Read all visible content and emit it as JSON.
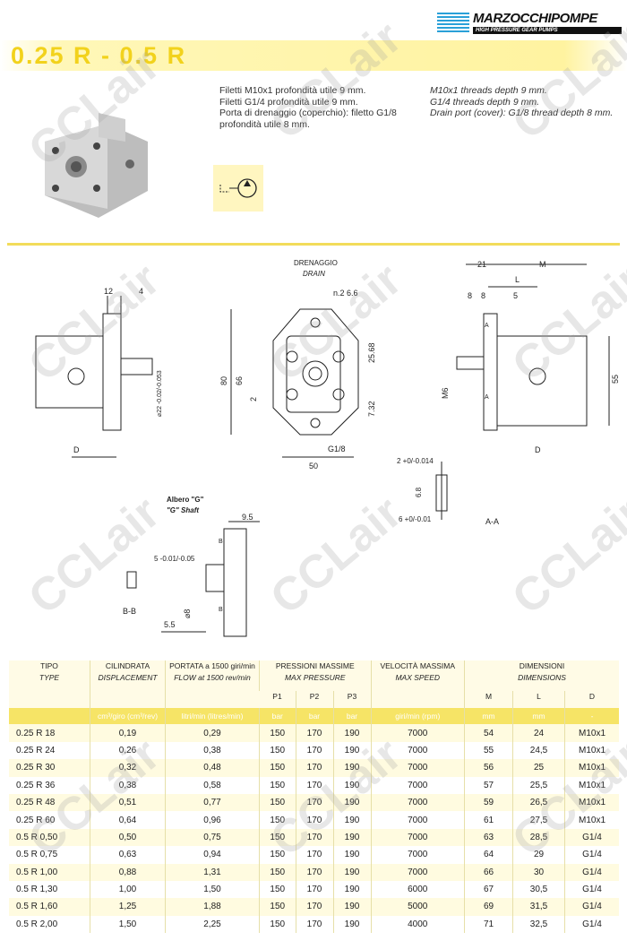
{
  "brand": {
    "name": "MARZOCCHIPOMPE",
    "tagline": "HIGH PRESSURE GEAR PUMPS"
  },
  "title": "0.25 R - 0.5 R",
  "description_it": [
    "Filetti M10x1 profondità utile 9 mm.",
    "Filetti G1/4 profondità utile 9 mm.",
    "Porta di drenaggio (coperchio): filetto G1/8 profondità utile 8 mm."
  ],
  "description_en": [
    "M10x1 threads depth 9 mm.",
    "G1/4 threads depth 9 mm.",
    "Drain port (cover): G1/8 thread depth 8 mm."
  ],
  "watermark": "CCLair",
  "drawing": {
    "side_left": {
      "d12": "12",
      "d4": "4",
      "D": "D",
      "shaft": "⌀22 -0.02/-0.053"
    },
    "front": {
      "drain_it": "DRENAGGIO",
      "drain_en": "DRAIN",
      "n2": "n.2 6.6",
      "h80": "80",
      "h66": "66",
      "h2": "2",
      "v2568": "25.68",
      "v732": "7.32",
      "g18": "G1/8",
      "w50": "50"
    },
    "side_right": {
      "d21": "21",
      "M": "M",
      "L": "L",
      "d8a": "8",
      "d8b": "8",
      "d5": "5",
      "A": "A",
      "M6": "M6",
      "d55": "55",
      "D": "D"
    },
    "key": {
      "d2": "2 +0/-0.014",
      "d68": "6.8",
      "d6": "6 +0/-0.01",
      "section": "A-A"
    },
    "shaft_g": {
      "title_it": "Albero \"G\"",
      "title_en": "\"G\" Shaft",
      "d95": "9.5",
      "d5": "5 -0.01/-0.05",
      "B": "B",
      "d8": "⌀8",
      "d55": "5.5",
      "section": "B-B"
    }
  },
  "table": {
    "headers": [
      {
        "it": "TIPO",
        "en": "TYPE"
      },
      {
        "it": "CILINDRATA",
        "en": "DISPLACEMENT"
      },
      {
        "it": "PORTATA a 1500 giri/min",
        "en": "FLOW at 1500 rev/min"
      },
      {
        "it": "PRESSIONI MASSIME",
        "en": "MAX PRESSURE"
      },
      {
        "it": "VELOCITÀ MASSIMA",
        "en": "MAX SPEED"
      },
      {
        "it": "DIMENSIONI",
        "en": "DIMENSIONS"
      }
    ],
    "subheaders": [
      "P1",
      "P2",
      "P3",
      "M",
      "L",
      "D"
    ],
    "units": [
      "",
      "cm³/giro (cm³/rev)",
      "litri/min (litres/min)",
      "bar",
      "bar",
      "bar",
      "giri/min (rpm)",
      "mm",
      "mm",
      "-"
    ],
    "rows": [
      [
        "0.25 R 18",
        "0,19",
        "0,29",
        "150",
        "170",
        "190",
        "7000",
        "54",
        "24",
        "M10x1"
      ],
      [
        "0.25 R 24",
        "0,26",
        "0,38",
        "150",
        "170",
        "190",
        "7000",
        "55",
        "24,5",
        "M10x1"
      ],
      [
        "0.25 R 30",
        "0,32",
        "0,48",
        "150",
        "170",
        "190",
        "7000",
        "56",
        "25",
        "M10x1"
      ],
      [
        "0.25 R 36",
        "0,38",
        "0,58",
        "150",
        "170",
        "190",
        "7000",
        "57",
        "25,5",
        "M10x1"
      ],
      [
        "0.25 R 48",
        "0,51",
        "0,77",
        "150",
        "170",
        "190",
        "7000",
        "59",
        "26,5",
        "M10x1"
      ],
      [
        "0.25 R 60",
        "0,64",
        "0,96",
        "150",
        "170",
        "190",
        "7000",
        "61",
        "27,5",
        "M10x1"
      ],
      [
        "0.5 R 0,50",
        "0,50",
        "0,75",
        "150",
        "170",
        "190",
        "7000",
        "63",
        "28,5",
        "G1/4"
      ],
      [
        "0.5 R 0,75",
        "0,63",
        "0,94",
        "150",
        "170",
        "190",
        "7000",
        "64",
        "29",
        "G1/4"
      ],
      [
        "0.5 R 1,00",
        "0,88",
        "1,31",
        "150",
        "170",
        "190",
        "7000",
        "66",
        "30",
        "G1/4"
      ],
      [
        "0.5 R 1,30",
        "1,00",
        "1,50",
        "150",
        "170",
        "190",
        "6000",
        "67",
        "30,5",
        "G1/4"
      ],
      [
        "0.5 R 1,60",
        "1,25",
        "1,88",
        "150",
        "170",
        "190",
        "5000",
        "69",
        "31,5",
        "G1/4"
      ],
      [
        "0.5 R 2,00",
        "1,50",
        "2,25",
        "150",
        "170",
        "190",
        "4000",
        "71",
        "32,5",
        "G1/4"
      ]
    ]
  }
}
